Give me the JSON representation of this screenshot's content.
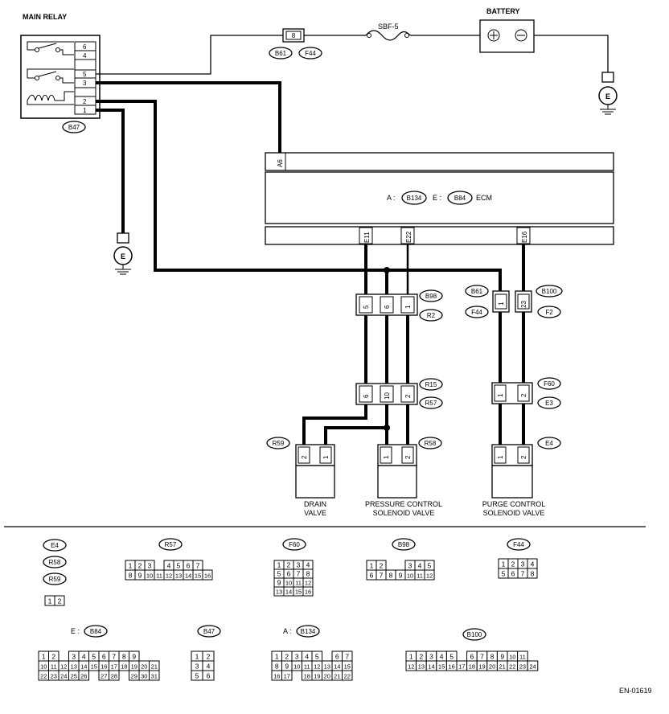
{
  "main_relay": {
    "title": "MAIN RELAY",
    "connector": "B47",
    "pins": [
      "6",
      "4",
      "5",
      "3",
      "2",
      "1"
    ]
  },
  "fuse": {
    "label": "SBF-5"
  },
  "battery": {
    "label": "BATTERY"
  },
  "ground_symbol": "E",
  "junction_top": {
    "pin": "8",
    "connectors": [
      "B61",
      "F44"
    ]
  },
  "ecm": {
    "label": "ECM",
    "prefix_a": "A :",
    "conn_a": "B134",
    "prefix_e": "E :",
    "conn_e": "B84",
    "top_pin": "A6",
    "bottom_pins": [
      "E11",
      "E22",
      "E16"
    ]
  },
  "conn_b98": {
    "connectors": [
      "B98",
      "R2"
    ],
    "pins": [
      "5",
      "6",
      "1"
    ]
  },
  "conn_b61": {
    "connectors": [
      "B61",
      "F44"
    ],
    "pins": [
      "1"
    ]
  },
  "conn_b100": {
    "connectors": [
      "B100",
      "F2"
    ],
    "pins": [
      "23"
    ]
  },
  "conn_r15": {
    "connectors": [
      "R15",
      "R57"
    ],
    "pins": [
      "6",
      "10",
      "2"
    ]
  },
  "conn_f60": {
    "connectors": [
      "F60",
      "E3"
    ],
    "pins": [
      "1",
      "2"
    ]
  },
  "drain_valve": {
    "connector": "R59",
    "pins": [
      "2",
      "1"
    ],
    "label_line1": "DRAIN",
    "label_line2": "VALVE"
  },
  "pressure_valve": {
    "connector": "R58",
    "pins": [
      "1",
      "2"
    ],
    "label_line1": "PRESSURE CONTROL",
    "label_line2": "SOLENOID VALVE"
  },
  "purge_valve": {
    "connector": "E4",
    "pins": [
      "1",
      "2"
    ],
    "label_line1": "PURGE CONTROL",
    "label_line2": "SOLENOID VALVE"
  },
  "legend": {
    "e4_group": {
      "names": [
        "E4",
        "R58",
        "R59"
      ],
      "rows": [
        [
          "1",
          "2"
        ]
      ]
    },
    "r57": {
      "name": "R57",
      "rows": [
        [
          "1",
          "2",
          "3",
          "",
          "4",
          "5",
          "6",
          "7"
        ],
        [
          "8",
          "9",
          "10",
          "11",
          "12",
          "13",
          "14",
          "15",
          "16"
        ]
      ]
    },
    "f60": {
      "name": "F60",
      "rows": [
        [
          "1",
          "2",
          "3",
          "4"
        ],
        [
          "5",
          "6",
          "7",
          "8"
        ],
        [
          "9",
          "10",
          "11",
          "12"
        ],
        [
          "13",
          "14",
          "15",
          "16"
        ]
      ]
    },
    "b98": {
      "name": "B98",
      "rows": [
        [
          "1",
          "2",
          "",
          "",
          "3",
          "4",
          "5"
        ],
        [
          "6",
          "7",
          "8",
          "9",
          "10",
          "11",
          "12"
        ]
      ]
    },
    "f44": {
      "name": "F44",
      "rows": [
        [
          "1",
          "2",
          "3",
          "4"
        ],
        [
          "5",
          "6",
          "7",
          "8"
        ]
      ]
    },
    "b84": {
      "prefix": "E :",
      "name": "B84",
      "rows": [
        [
          "1",
          "2",
          "",
          "3",
          "4",
          "5",
          "6",
          "7",
          "8",
          "9"
        ],
        [
          "10",
          "11",
          "12",
          "13",
          "14",
          "15",
          "16",
          "17",
          "18",
          "19",
          "20",
          "21"
        ],
        [
          "22",
          "23",
          "24",
          "25",
          "26",
          "",
          "27",
          "28",
          "",
          "29",
          "30",
          "31"
        ]
      ]
    },
    "b47": {
      "name": "B47",
      "rows": [
        [
          "1",
          "2"
        ],
        [
          "3",
          "4"
        ],
        [
          "5",
          "6"
        ]
      ]
    },
    "b134": {
      "prefix": "A :",
      "name": "B134",
      "rows": [
        [
          "1",
          "2",
          "3",
          "4",
          "5",
          "",
          "6",
          "7"
        ],
        [
          "8",
          "9",
          "10",
          "11",
          "12",
          "13",
          "14",
          "15"
        ],
        [
          "16",
          "17",
          "",
          "18",
          "19",
          "20",
          "21",
          "22"
        ]
      ]
    },
    "b100": {
      "name": "B100",
      "rows": [
        [
          "1",
          "2",
          "3",
          "4",
          "5",
          "",
          "6",
          "7",
          "8",
          "9",
          "10",
          "11"
        ],
        [
          "12",
          "13",
          "14",
          "15",
          "16",
          "17",
          "18",
          "19",
          "20",
          "21",
          "22",
          "23",
          "24"
        ]
      ]
    }
  },
  "diagram_id": "EN-01619"
}
